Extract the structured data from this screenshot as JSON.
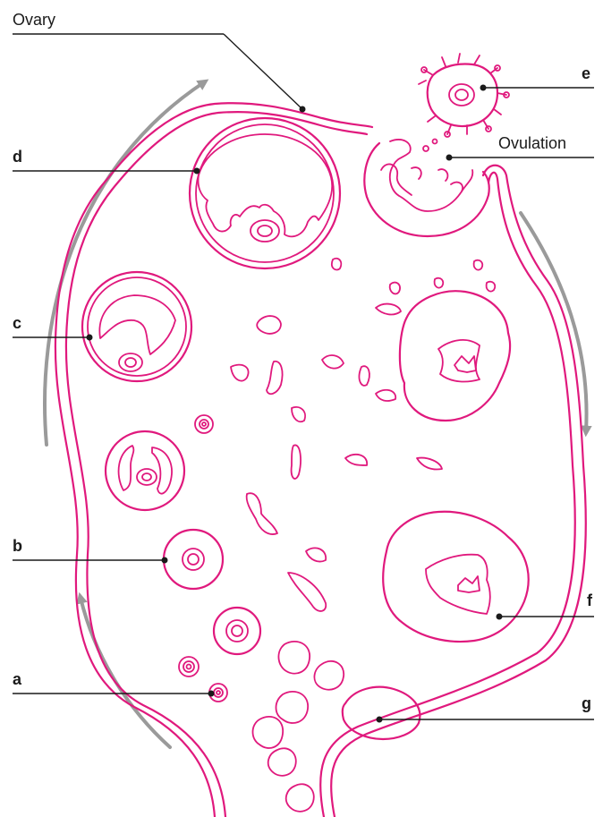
{
  "labels": {
    "ovary": "Ovary",
    "ovulation": "Ovulation",
    "a": "a",
    "b": "b",
    "c": "c",
    "d": "d",
    "e": "e",
    "f": "f",
    "g": "g"
  },
  "colors": {
    "tissue": "#e0197d",
    "arrow": "#9a9a9a",
    "leader": "#1a1a1a"
  }
}
